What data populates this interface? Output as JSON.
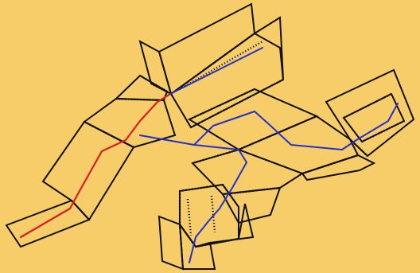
{
  "figure": {
    "background_color": "#f7cd6a",
    "panel_outline_color": "#111111",
    "seam_style": "dotted double line along each fold",
    "paths": [
      {
        "id": "red-route",
        "color": "#d42020"
      },
      {
        "id": "blue-route",
        "color": "#2431c8"
      }
    ]
  }
}
